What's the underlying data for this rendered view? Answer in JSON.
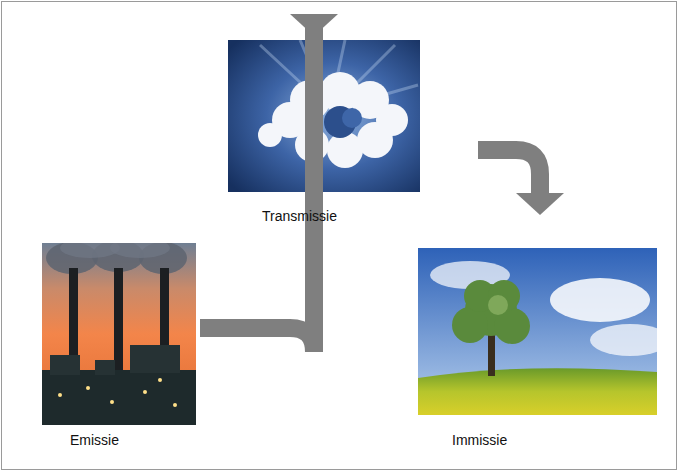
{
  "diagram": {
    "nodes": [
      {
        "text": [
          "Emissie"
        ]
      },
      {
        "text": [
          "Transmissie"
        ]
      },
      {
        "text": [
          "Immissie"
        ]
      }
    ],
    "edges": [
      {
        "from": 0,
        "to": 1,
        "arrow": "to"
      },
      {
        "from": 1,
        "to": 2,
        "arrow": "to"
      }
    ]
  }
}
